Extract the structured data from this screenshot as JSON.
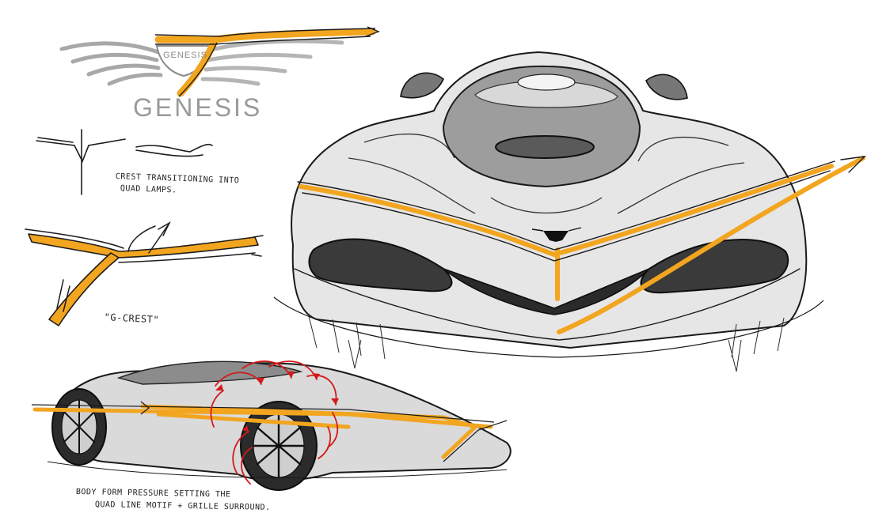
{
  "logo": {
    "badge_text": "GENESIS",
    "wordmark": "GENESIS"
  },
  "annotations": {
    "crest_note_line1": "CREST TRANSITIONING INTO",
    "crest_note_line2": "QUAD LAMPS.",
    "g_crest_label": "\"G-CREST\"",
    "body_note_line1": "BODY FORM PRESSURE SETTING THE",
    "body_note_line2": "QUAD LINE MOTIF + GRILLE SURROUND."
  },
  "colors": {
    "accent_orange": "#f2a51f",
    "sketch_ink": "#1c1c1c",
    "annotation_red": "#d21a1a",
    "logo_gray": "#9a9a9a"
  }
}
